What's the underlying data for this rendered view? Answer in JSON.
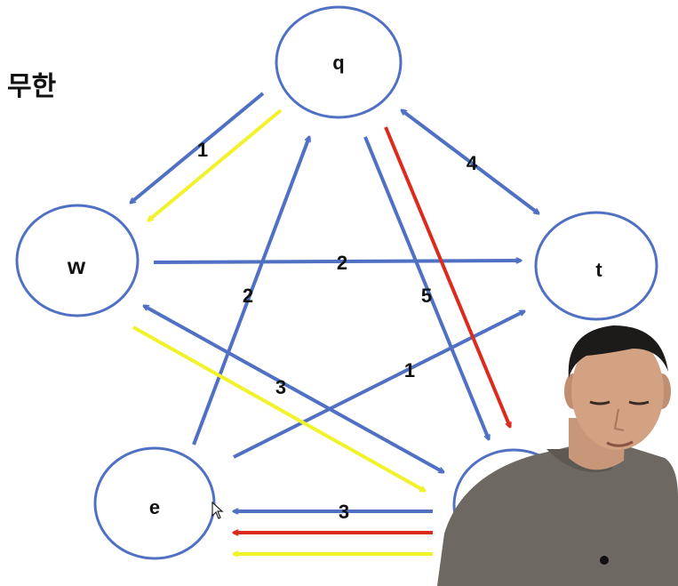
{
  "title": "무한",
  "colors": {
    "blue": "#5070c4",
    "yellow": "#f2f22a",
    "red": "#dc2a1e"
  },
  "nodes": {
    "q": "q",
    "w": "w",
    "t": "t",
    "e": "e",
    "r": ""
  },
  "weights": {
    "q_w": "1",
    "q_t": "4",
    "w_t": "2",
    "e_q": "2",
    "q_r": "5",
    "e_t": "1",
    "r_w": "3",
    "r_e": "3"
  },
  "presenter": "presenter-photo",
  "cursor": "mouse-cursor-icon"
}
